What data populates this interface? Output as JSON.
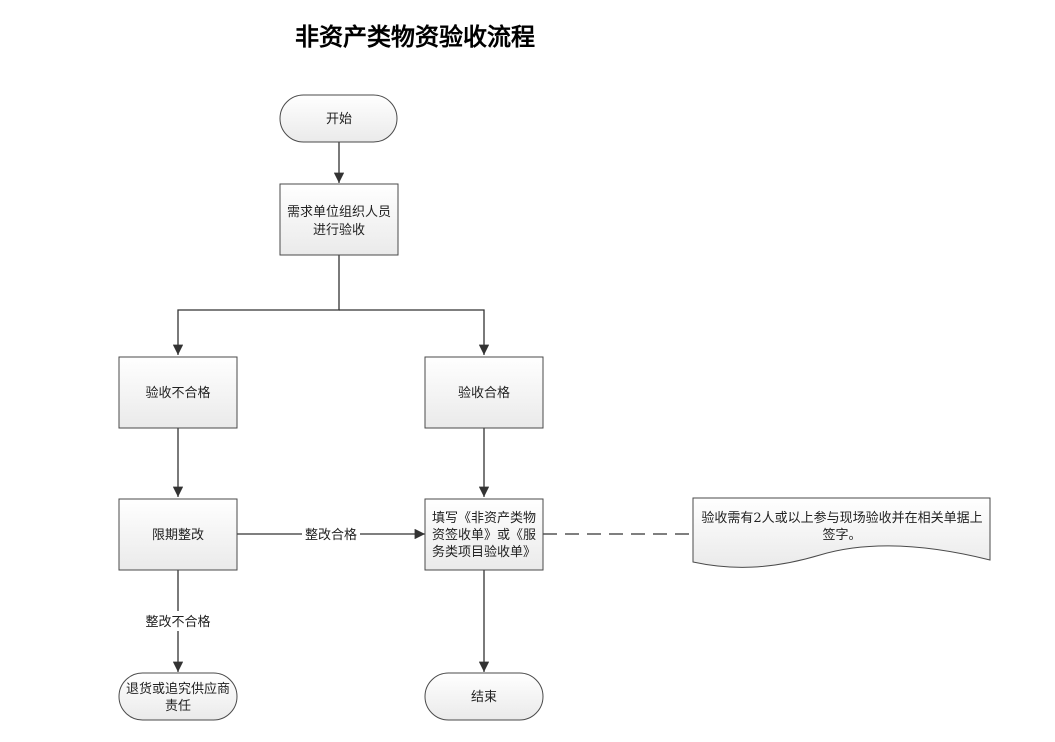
{
  "title": "非资产类物资验收流程",
  "nodes": {
    "start": "开始",
    "organize": [
      "需求单位组织人员",
      "进行验收"
    ],
    "unqualified": "验收不合格",
    "qualified": "验收合格",
    "rectify": "限期整改",
    "fill_form": [
      "填写《非资产类物",
      "资签收单》或《服",
      "务类项目验收单》"
    ],
    "note": [
      "验收需有2人或以上参与现场验收并在相关单据上",
      "签字。"
    ],
    "return_goods": [
      "退货或追究供应商",
      "责任"
    ],
    "end": "结束"
  },
  "edge_labels": {
    "rectify_ok": "整改合格",
    "rectify_fail": "整改不合格"
  }
}
